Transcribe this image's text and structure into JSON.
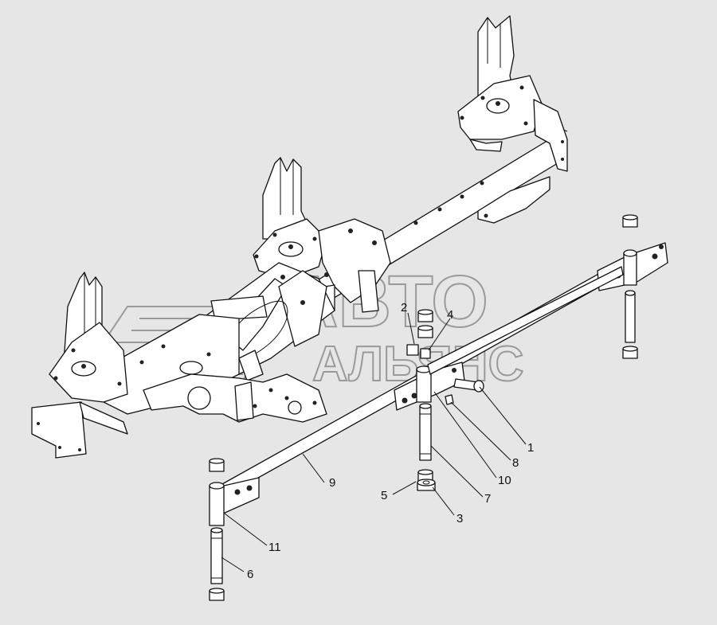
{
  "watermark": {
    "line1": "АВТО",
    "line2": "АЛЬЯНС"
  },
  "callouts": [
    {
      "id": "c1",
      "label": "1"
    },
    {
      "id": "c2",
      "label": "2"
    },
    {
      "id": "c3",
      "label": "3"
    },
    {
      "id": "c4",
      "label": "4"
    },
    {
      "id": "c5",
      "label": "5"
    },
    {
      "id": "c6",
      "label": "6"
    },
    {
      "id": "c7",
      "label": "7"
    },
    {
      "id": "c8",
      "label": "8"
    },
    {
      "id": "c9",
      "label": "9"
    },
    {
      "id": "c10",
      "label": "10"
    },
    {
      "id": "c11",
      "label": "11"
    }
  ]
}
